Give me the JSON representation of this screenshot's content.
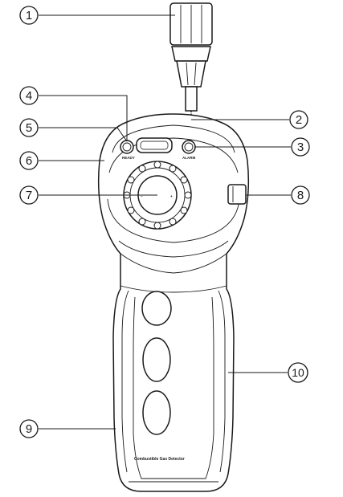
{
  "labels": {
    "ready": "READY",
    "alarm": "ALARM",
    "brand": "Combustible Gas Detector"
  },
  "callouts": [
    {
      "num": "1"
    },
    {
      "num": "2"
    },
    {
      "num": "3"
    },
    {
      "num": "4"
    },
    {
      "num": "5"
    },
    {
      "num": "6"
    },
    {
      "num": "7"
    },
    {
      "num": "8"
    },
    {
      "num": "9"
    },
    {
      "num": "10"
    }
  ]
}
